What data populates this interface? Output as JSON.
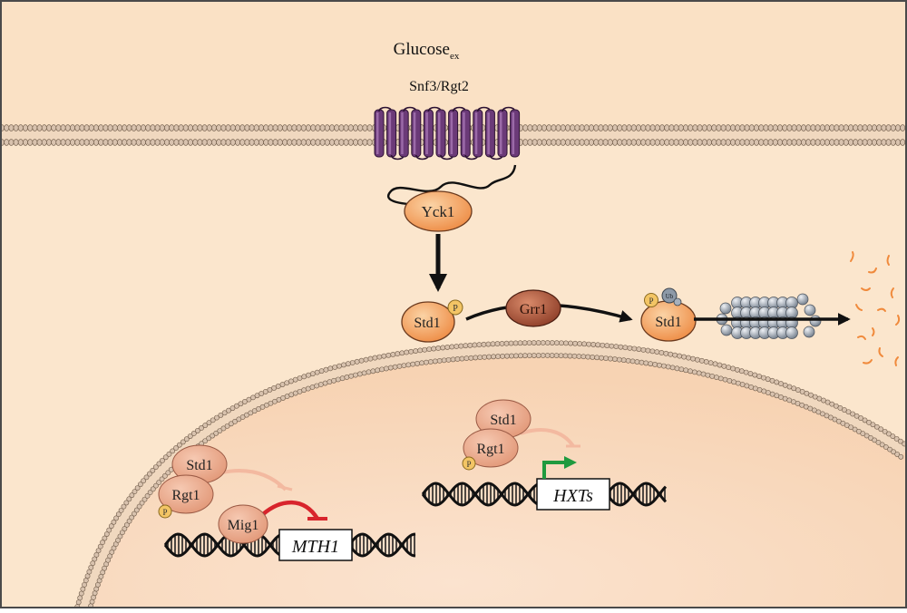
{
  "labels": {
    "glucose": "Glucose",
    "glucose_subscript": "ex",
    "receptor": "Snf3/Rgt2",
    "yck1": "Yck1",
    "std1": "Std1",
    "grr1": "Grr1",
    "std1_ub": "Std1",
    "phospho": "P",
    "ubiquitin": "Ub",
    "nuc_std1_left": "Std1",
    "nuc_rgt1_left": "Rgt1",
    "mig1": "Mig1",
    "mth1_gene": "MTH1",
    "nuc_std1_right": "Std1",
    "nuc_rgt1_right": "Rgt1",
    "hxts_gene": "HXTs"
  },
  "colors": {
    "cytoplasm": "#fbe6cd",
    "nucleus": "#f9dcc0",
    "membrane_head": "#d8c2ae",
    "receptor": "#6b3a78",
    "active_protein": "#f29b5c",
    "grr1": "#a5553b",
    "nuclear_protein": "#e9a98b",
    "phosphate": "#f3c565",
    "ubiquitin": "#8d99a7",
    "proteasome": "#8e98a6",
    "fragments": "#f08a3c",
    "activation_arrow": "#1f9a3f",
    "strong_inhibition": "#d8242c",
    "weak_inhibition": "#f3b9a0"
  }
}
